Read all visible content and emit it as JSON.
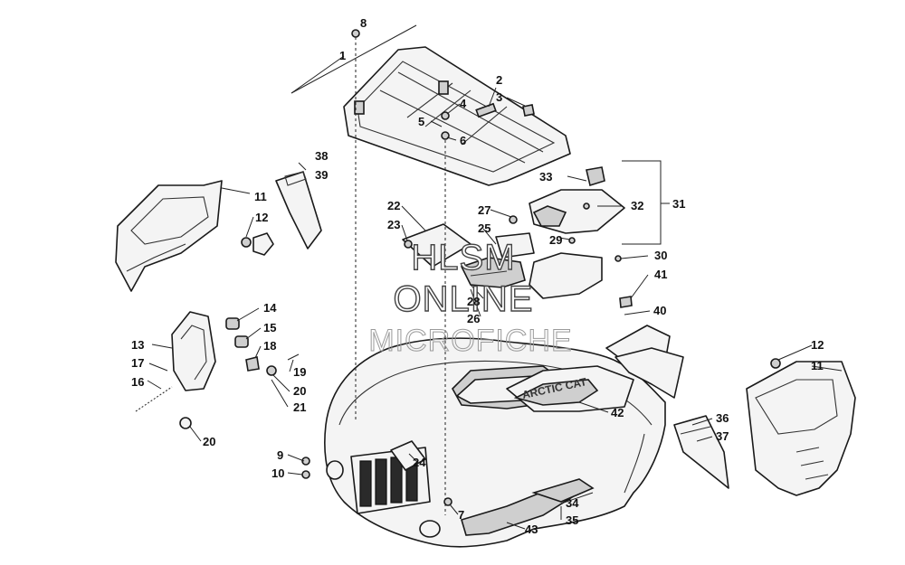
{
  "watermark": {
    "line1": "HLSM",
    "line2": "ONLINE",
    "line3": "MICROFICHE"
  },
  "decal": {
    "brand": "ARCTIC CAT"
  },
  "callouts": {
    "c1": "1",
    "c2": "2",
    "c3": "3",
    "c4": "4",
    "c5": "5",
    "c6": "6",
    "c7": "7",
    "c8": "8",
    "c9": "9",
    "c10": "10",
    "c11a": "11",
    "c11b": "11",
    "c12a": "12",
    "c12b": "12",
    "c13": "13",
    "c14": "14",
    "c15": "15",
    "c16": "16",
    "c17": "17",
    "c18": "18",
    "c19": "19",
    "c20a": "20",
    "c20b": "20",
    "c21": "21",
    "c22": "22",
    "c23": "23",
    "c24": "24",
    "c25": "25",
    "c26": "26",
    "c27": "27",
    "c28": "28",
    "c29": "29",
    "c30": "30",
    "c31": "31",
    "c32": "32",
    "c33": "33",
    "c34": "34",
    "c35": "35",
    "c36": "36",
    "c37": "37",
    "c38": "38",
    "c39": "39",
    "c40": "40",
    "c41": "41",
    "c42": "42",
    "c43": "43"
  }
}
